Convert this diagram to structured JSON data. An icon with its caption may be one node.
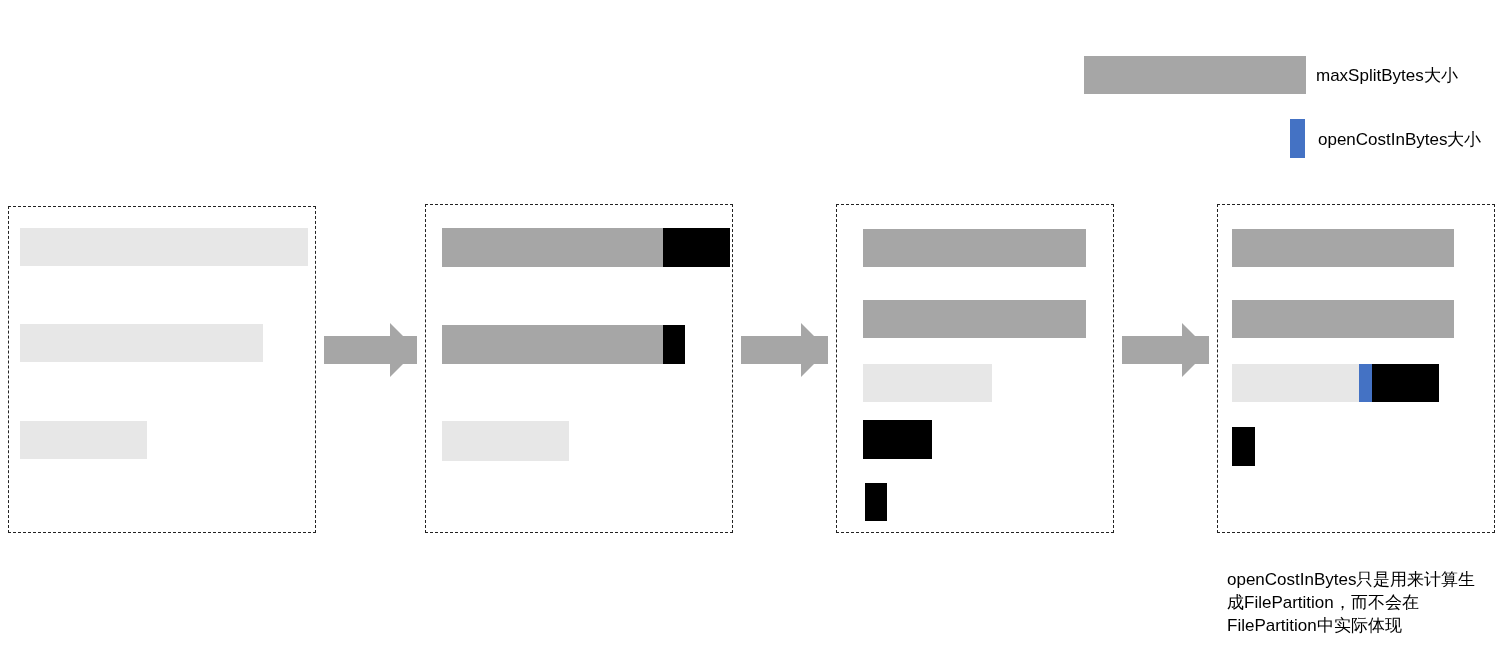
{
  "diagram": {
    "nodes": [
      {
        "text": [],
        "shape": "box"
      },
      {
        "text": [],
        "shape": "bar",
        "in": 0
      },
      {
        "text": [],
        "shape": "bar",
        "in": 0
      },
      {
        "text": [],
        "shape": "bar",
        "in": 0
      },
      {
        "text": [],
        "shape": "box"
      },
      {
        "text": [],
        "shape": "bar",
        "in": 4
      },
      {
        "text": [],
        "shape": "bar",
        "in": 4
      },
      {
        "text": [],
        "shape": "bar",
        "in": 4
      },
      {
        "text": [],
        "shape": "bar",
        "in": 4
      },
      {
        "text": [],
        "shape": "bar",
        "in": 4
      },
      {
        "text": [],
        "shape": "box"
      },
      {
        "text": [],
        "shape": "bar",
        "in": 10
      },
      {
        "text": [],
        "shape": "bar",
        "in": 10
      },
      {
        "text": [],
        "shape": "bar",
        "in": 10
      },
      {
        "text": [],
        "shape": "bar",
        "in": 10
      },
      {
        "text": [],
        "shape": "bar",
        "in": 10
      },
      {
        "text": [],
        "shape": "box"
      },
      {
        "text": [],
        "shape": "bar",
        "in": 16
      },
      {
        "text": [],
        "shape": "bar",
        "in": 16
      },
      {
        "text": [],
        "shape": "bar",
        "in": 16
      },
      {
        "text": [],
        "shape": "bar",
        "in": 16
      },
      {
        "text": [],
        "shape": "bar",
        "in": 16
      },
      {
        "text": [],
        "shape": "bar",
        "in": 16
      }
    ],
    "edges": [
      {
        "from": 0,
        "to": 4,
        "arrow": "to"
      },
      {
        "from": 4,
        "to": 10,
        "arrow": "to"
      },
      {
        "from": 10,
        "to": 16,
        "arrow": "to"
      }
    ],
    "labels": [
      "openCostInBytes只是用来计算生成FilePartition，而不会在FilePartition中实际体现"
    ],
    "legend": [
      {
        "text": "maxSplitBytes大小",
        "color": "#a6a6a6"
      },
      {
        "text": "openCostInBytes大小",
        "color": "#4472c4"
      }
    ]
  }
}
